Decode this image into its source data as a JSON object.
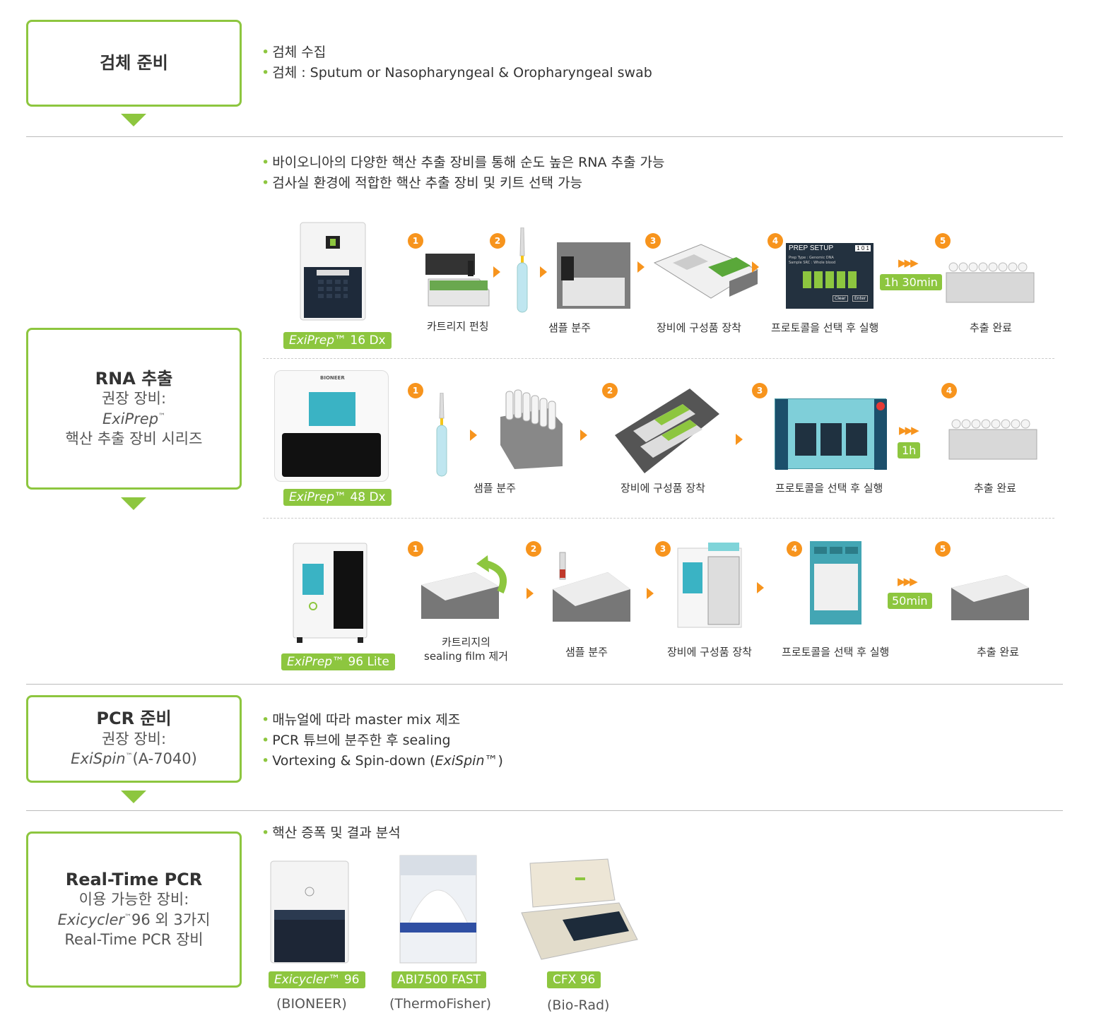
{
  "colors": {
    "accent": "#8dc63f",
    "step_orange": "#f7941d",
    "divider": "#bbbbbb"
  },
  "stage1": {
    "title": "검체 준비",
    "bullets": [
      "검체 수집",
      "검체 : Sputum or Nasopharyngeal & Oropharyngeal swab"
    ]
  },
  "stage2": {
    "title": "RNA 추출",
    "sub1": "권장 장비:",
    "sub2_italic": "ExiPrep",
    "sub2_tm": "™",
    "sub3": "핵산 추출 장비 시리즈",
    "bullets": [
      "바이오니아의 다양한 핵산 추출 장비를 통해 순도 높은 RNA 추출 가능",
      "검사실 환경에 적합한 핵산 추출 장비 및 키트 선택 가능"
    ],
    "rows": [
      {
        "device_italic": "ExiPrep™",
        "device_rest": " 16 Dx",
        "steps": [
          "카트리지 펀칭",
          "샘플 분주",
          "장비에 구성품 장착",
          "프로토콜을 선택 후 실행",
          "추출 완료"
        ],
        "numbers": [
          "1",
          "2",
          "3",
          "4",
          "5"
        ],
        "time": "1h 30min",
        "screen_title": "PREP SETUP",
        "screen_code": "1 0 1",
        "screen_line1": "Prep Type : Genomic DNA",
        "screen_line2": "Sample SRC : Whole blood",
        "screen_clear": "Clear",
        "screen_enter": "Enter"
      },
      {
        "device_italic": "ExiPrep™",
        "device_rest": " 48 Dx",
        "steps": [
          "샘플 분주",
          "장비에 구성품 장착",
          "프로토콜을 선택 후 실행",
          "추출 완료"
        ],
        "numbers": [
          "1",
          "2",
          "3",
          "4"
        ],
        "time": "1h",
        "brand": "BIONEER"
      },
      {
        "device_italic": "ExiPrep™",
        "device_rest": " 96 Lite",
        "steps": [
          "카트리지의",
          "sealing film 제거",
          "샘플 분주",
          "장비에 구성품 장착",
          "프로토콜을 선택 후 실행",
          "추출 완료"
        ],
        "numbers": [
          "1",
          "2",
          "3",
          "4",
          "5"
        ],
        "time": "50min"
      }
    ]
  },
  "stage3": {
    "title": "PCR 준비",
    "sub1": "권장 장비:",
    "sub2_italic": "ExiSpin",
    "sub2_tm": "™",
    "sub2_rest": "(A-7040)",
    "bullets": [
      "매뉴얼에 따라 master mix 제조",
      "PCR 튜브에 분주한 후 sealing"
    ],
    "bullet3_pre": "Vortexing & Spin-down (",
    "bullet3_italic": "ExiSpin",
    "bullet3_post": "™)"
  },
  "stage4": {
    "title": "Real-Time PCR",
    "sub1": "이용 가능한 장비:",
    "sub2_italic": "Exicycler",
    "sub2_tm": "™",
    "sub2_rest": "96 외 3가지",
    "sub3": "Real-Time PCR 장비",
    "bullets": [
      "핵산 증폭 및 결과 분석"
    ],
    "devices": [
      {
        "badge_italic": "Exicycler™",
        "badge_rest": " 96",
        "maker": "(BIONEER)"
      },
      {
        "badge_italic": "",
        "badge_rest": "ABI7500 FAST",
        "maker": "(ThermoFisher)"
      },
      {
        "badge_italic": "",
        "badge_rest": "CFX 96",
        "maker": "(Bio-Rad)"
      }
    ]
  }
}
